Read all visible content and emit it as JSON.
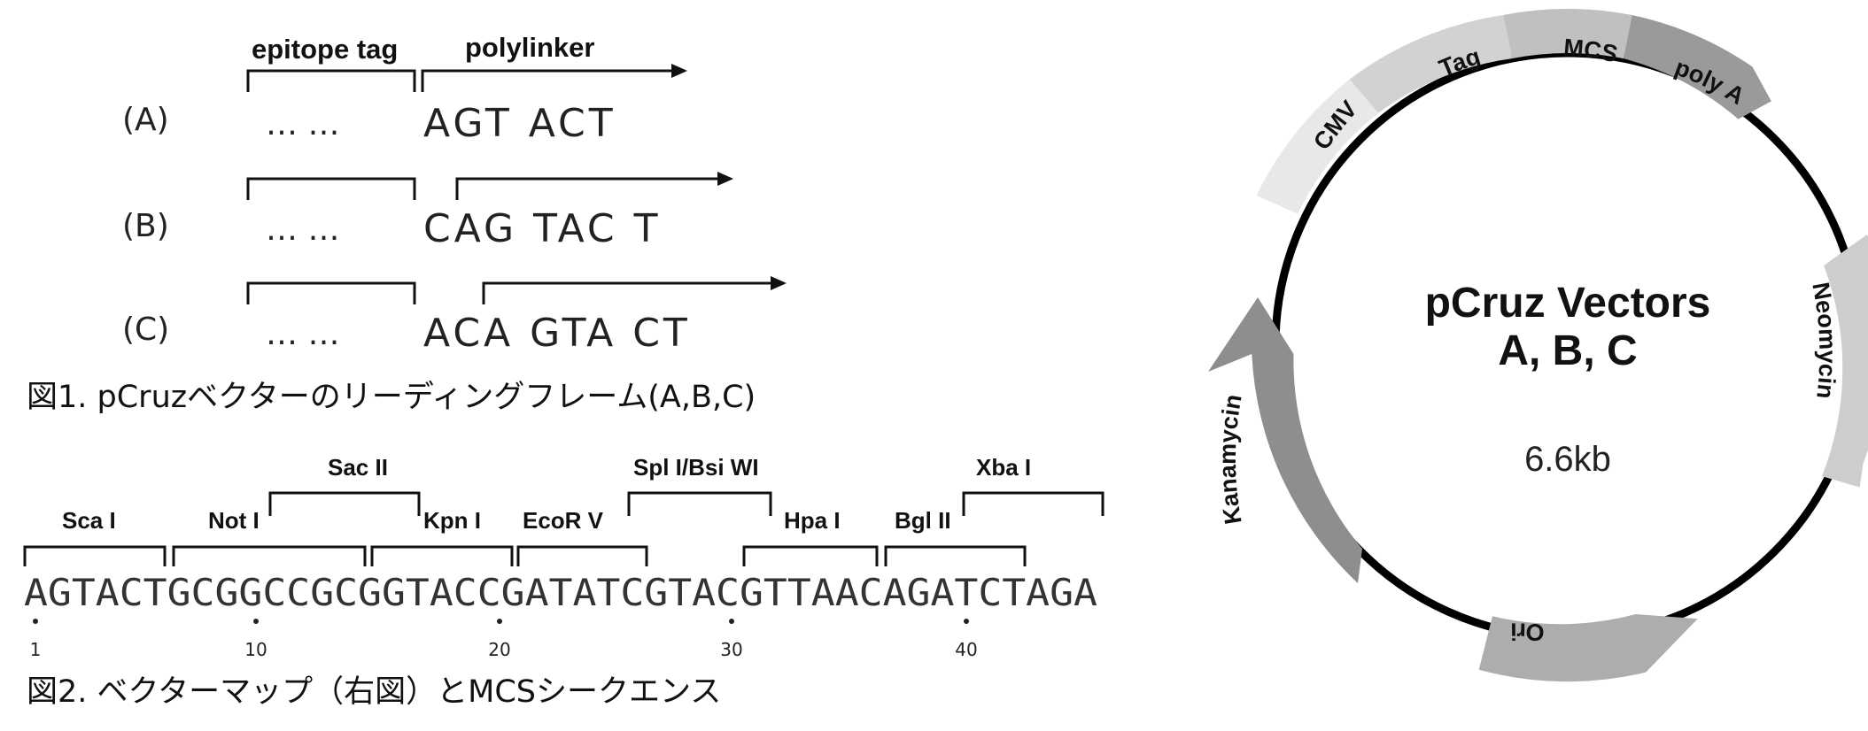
{
  "fig1": {
    "header_tag": "epitope tag",
    "header_linker": "polylinker",
    "frames": [
      {
        "label": "(A)",
        "dots": "…  …",
        "seq": "AGT ACT"
      },
      {
        "label": "(B)",
        "dots": "…  …",
        "seq": "CAG TAC T"
      },
      {
        "label": "(C)",
        "dots": "…  …",
        "seq": "ACA GTA CT"
      }
    ],
    "caption": "図1. pCruzベクターのリーディングフレーム(A,B,C)"
  },
  "fig2": {
    "sequence": "AGTACTGCGGCCGCGGTACCGATATCGTACGTTAACAGATCTAGA",
    "ruler": [
      "1",
      "10",
      "20",
      "30",
      "40"
    ],
    "sites_lower": [
      "Sca I",
      "Not I",
      "Kpn I",
      "EcoR V",
      "Hpa I",
      "Bgl II"
    ],
    "sites_upper": [
      "Sac II",
      "Spl I/Bsi WI",
      "Xba I"
    ],
    "caption": "図2. ベクターマップ（右図）とMCSシークエンス"
  },
  "plasmid": {
    "title_line1": "pCruz Vectors",
    "title_line2": "A, B, C",
    "size": "6.6kb",
    "segments": [
      "CMV",
      "Tag",
      "MCS",
      "poly A",
      "Neomycin",
      "Ori",
      "Kanamycin"
    ],
    "colors": {
      "cmv": "#e8e8e8",
      "tag": "#d2d2d2",
      "mcs": "#c0c0c0",
      "polya": "#9a9a9a",
      "neomycin": "#cdcdcd",
      "ori": "#adadad",
      "kanamycin": "#8e8e8e",
      "backbone": "#000000"
    }
  }
}
